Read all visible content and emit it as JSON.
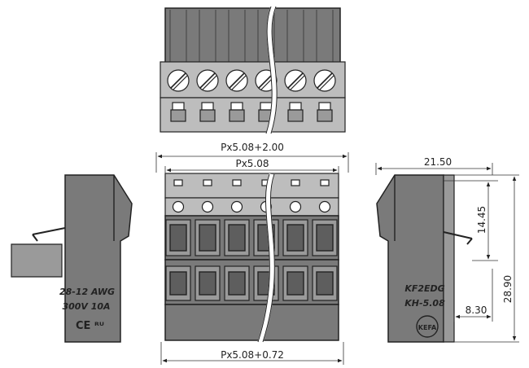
{
  "dimensions": {
    "top_width": "Px5.08+2.00",
    "pitch": "Px5.08",
    "bottom_width": "Px5.08+0.72",
    "side_depth": "21.50",
    "side_mid_height": "14.45",
    "side_total_height": "28.90",
    "side_bottom_offset": "8.30"
  },
  "markings_left": {
    "wire_range": "28-12 AWG",
    "rating": "300V 10A"
  },
  "markings_right": {
    "model": "KF2EDG",
    "series": "KH-5.08",
    "logo": "KEFA"
  },
  "pole_count": 6,
  "colors": {
    "body": "#7a7a7a",
    "light": "#bdbdbd",
    "line": "#222222"
  }
}
